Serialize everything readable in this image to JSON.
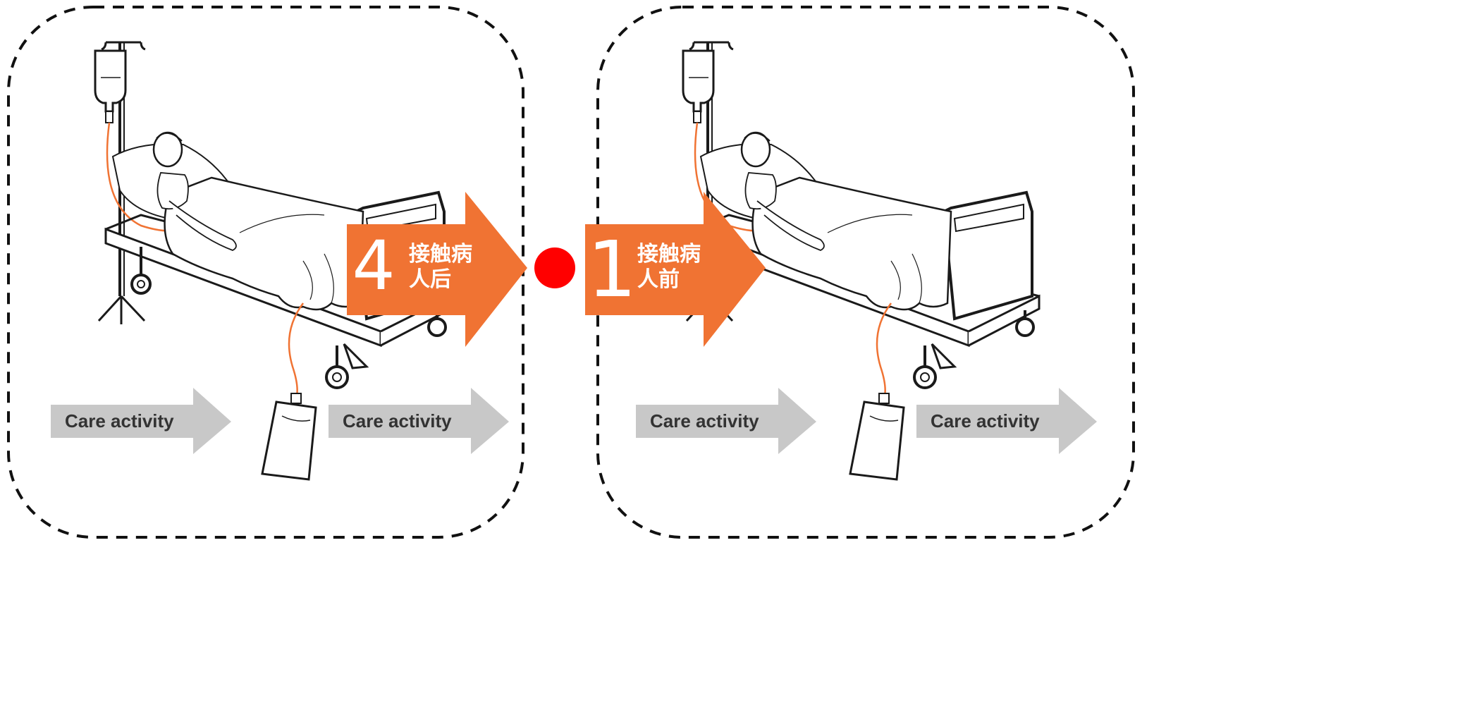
{
  "colors": {
    "moment_arrow": "#f07333",
    "care_arrow": "#c8c8c8",
    "dot": "#ff0000",
    "tube": "#f07333",
    "line": "#1a1a1a"
  },
  "moments": [
    {
      "number": "4",
      "label_line1": "接触病",
      "label_line2": "人后"
    },
    {
      "number": "1",
      "label_line1": "接触病",
      "label_line2": "人前"
    }
  ],
  "care_arrows": [
    {
      "label": "Care activity"
    },
    {
      "label": "Care activity"
    },
    {
      "label": "Care activity"
    },
    {
      "label": "Care activity"
    }
  ],
  "icons": [
    "patient-bed-illustration",
    "iv-bag-icon",
    "urine-bag-icon"
  ]
}
